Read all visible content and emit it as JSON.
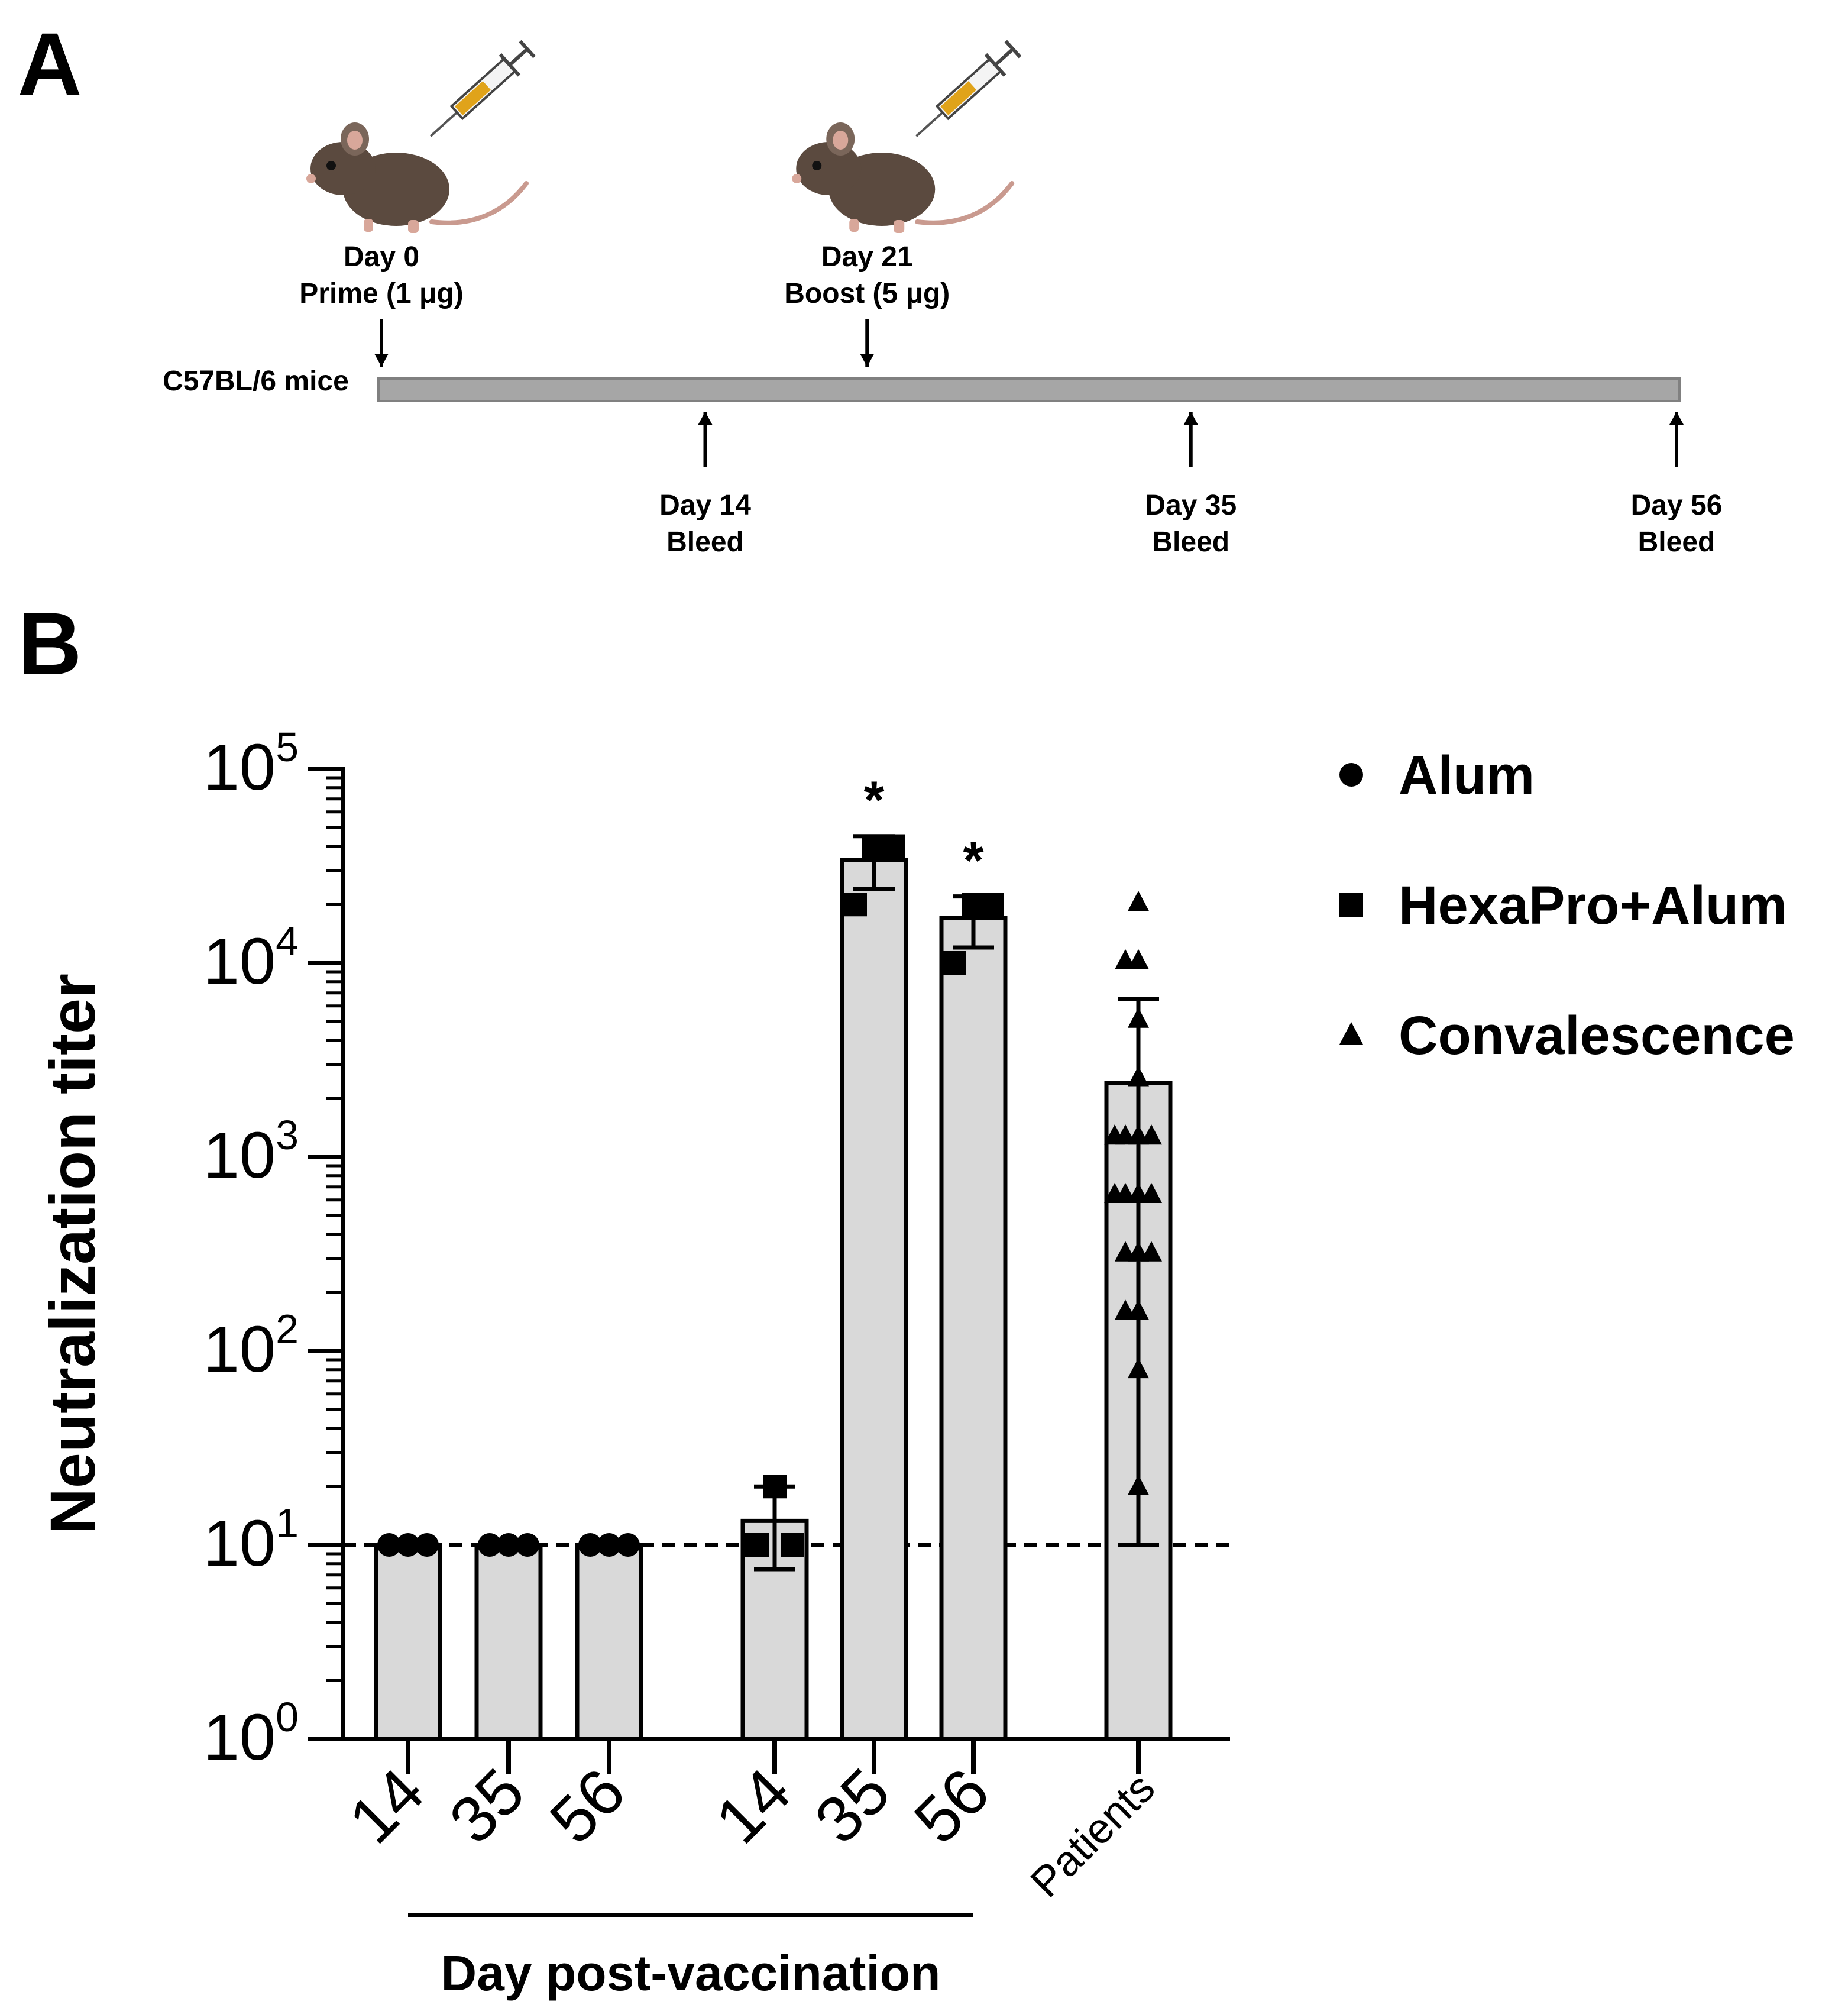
{
  "panel_a": {
    "letter": "A",
    "strain_label": "C57BL/6 mice",
    "events": [
      {
        "line1": "Day 0",
        "line2": "Prime (1 μg)",
        "day": 0,
        "type": "injection"
      },
      {
        "line1": "Day 21",
        "line2": "Boost (5 μg)",
        "day": 21,
        "type": "injection"
      },
      {
        "line1": "Day 14",
        "line2": "Bleed",
        "day": 14,
        "type": "bleed"
      },
      {
        "line1": "Day 35",
        "line2": "Bleed",
        "day": 35,
        "type": "bleed"
      },
      {
        "line1": "Day 56",
        "line2": "Bleed",
        "day": 56,
        "type": "bleed"
      }
    ],
    "icons": [
      "mouse-icon",
      "syringe-icon"
    ],
    "colors": {
      "timeline_bar": "#a6a6a6",
      "mouse": "#5b4a3f",
      "syringe_liquid": "#e0a31a"
    }
  },
  "panel_b": {
    "letter": "B",
    "chart_data": {
      "type": "bar",
      "y_scale": "log",
      "ylim": [
        1,
        100000
      ],
      "yticks": [
        {
          "base": "10",
          "exp": "0",
          "value": 1
        },
        {
          "base": "10",
          "exp": "1",
          "value": 10
        },
        {
          "base": "10",
          "exp": "2",
          "value": 100
        },
        {
          "base": "10",
          "exp": "3",
          "value": 1000
        },
        {
          "base": "10",
          "exp": "4",
          "value": 10000
        },
        {
          "base": "10",
          "exp": "5",
          "value": 100000
        }
      ],
      "ylabel": "Neutralization titer",
      "xlabel": "Day post-vaccination",
      "detection_limit": 10,
      "bars": [
        {
          "label": "14",
          "group": "Alum",
          "value": 10,
          "err": [
            10,
            10
          ],
          "points": [
            10,
            10,
            10
          ],
          "sig": ""
        },
        {
          "label": "35",
          "group": "Alum",
          "value": 10,
          "err": [
            10,
            10
          ],
          "points": [
            10,
            10,
            10
          ],
          "sig": ""
        },
        {
          "label": "56",
          "group": "Alum",
          "value": 10,
          "err": [
            10,
            10
          ],
          "points": [
            10,
            10,
            10
          ],
          "sig": ""
        },
        {
          "label": "14",
          "group": "HexaPro+Alum",
          "value": 13.3,
          "err": [
            7.5,
            20
          ],
          "points": [
            10,
            20,
            10
          ],
          "sig": ""
        },
        {
          "label": "35",
          "group": "HexaPro+Alum",
          "value": 34000,
          "err": [
            24000,
            45000
          ],
          "points": [
            20000,
            40000,
            40000
          ],
          "sig": "*"
        },
        {
          "label": "56",
          "group": "HexaPro+Alum",
          "value": 17000,
          "err": [
            12000,
            22000
          ],
          "points": [
            10000,
            20000,
            20000
          ],
          "sig": "*"
        },
        {
          "label": "Patients",
          "group": "Convalescence",
          "value": 2400,
          "err": [
            10,
            6500
          ],
          "points": [
            20,
            80,
            160,
            160,
            320,
            320,
            320,
            640,
            640,
            640,
            640,
            1280,
            1280,
            1280,
            1280,
            2560,
            5120,
            10240,
            10240,
            20480
          ],
          "sig": ""
        }
      ],
      "legend": {
        "placement": "right",
        "entries": [
          {
            "name": "Alum",
            "marker": "circle"
          },
          {
            "name": "HexaPro+Alum",
            "marker": "square"
          },
          {
            "name": "Convalescence",
            "marker": "triangle"
          }
        ]
      },
      "colors": {
        "bar_fill": "#d9d9d9",
        "stroke": "#000000",
        "marker": "#000000"
      }
    }
  }
}
